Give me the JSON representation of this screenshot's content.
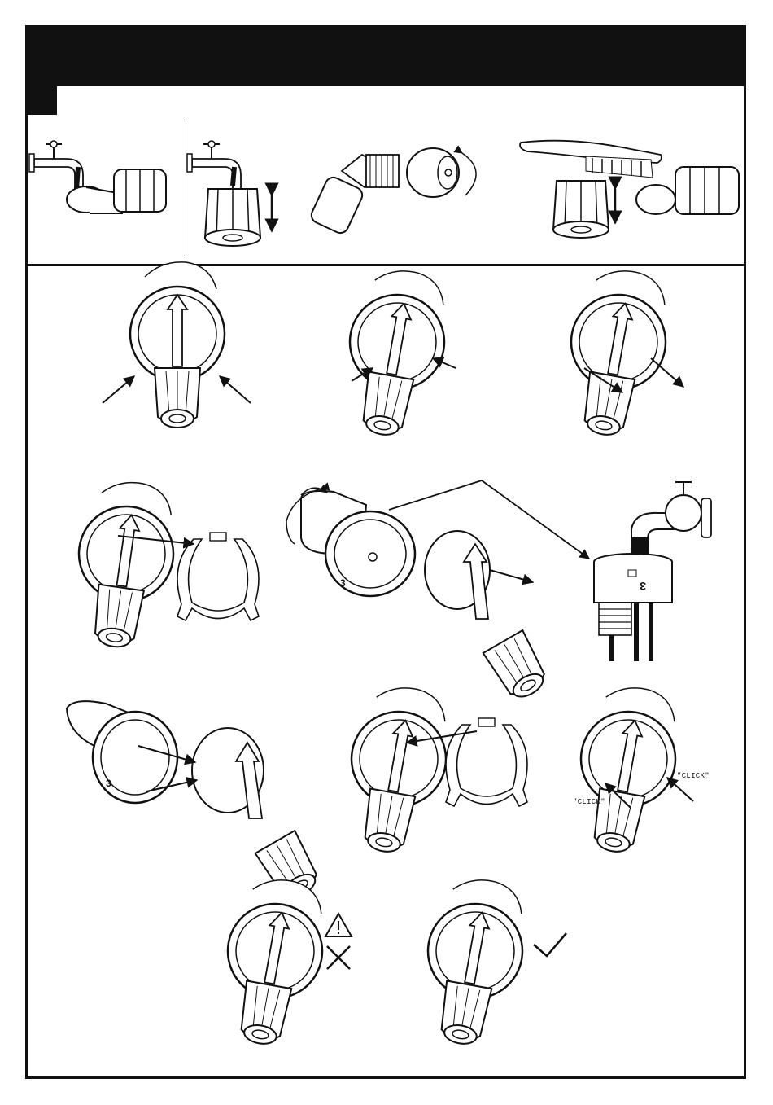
{
  "labels": {
    "click_right": "\"CLICK\"",
    "click_left": "\"CLICK\""
  },
  "part_marking": "3",
  "colors": {
    "ink": "#111111",
    "paper": "#ffffff"
  },
  "icons": {
    "warning": "warning-triangle-icon",
    "wrong": "cross-icon",
    "right": "checkmark-icon"
  }
}
